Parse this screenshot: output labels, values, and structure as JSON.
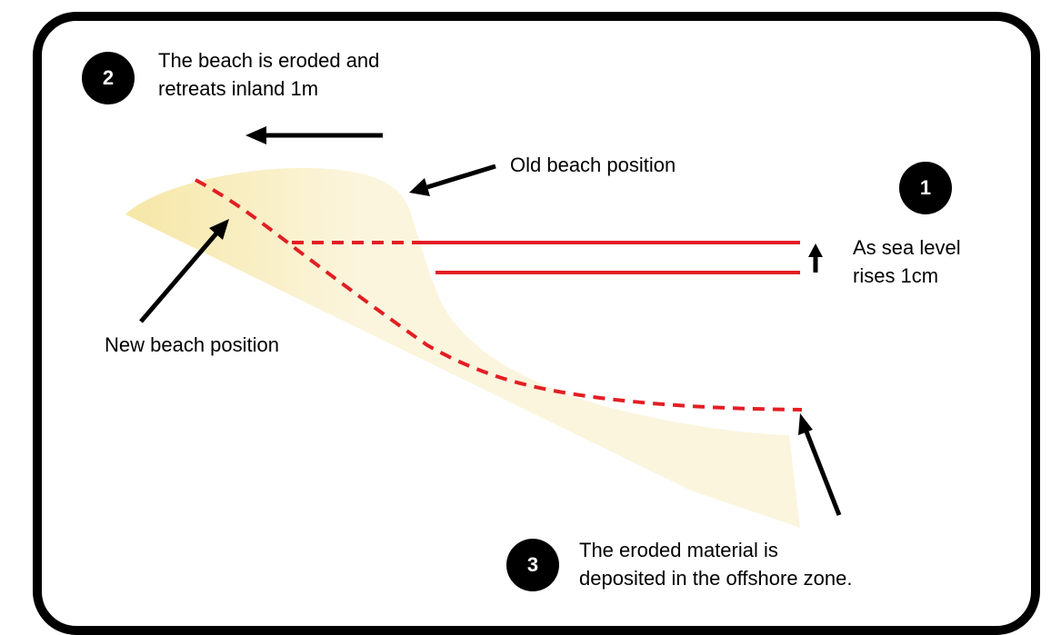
{
  "colors": {
    "frame": "#000000",
    "sand_light": "#fbf5de",
    "sand_dark": "#f6e7a6",
    "water_line": "#e31e24",
    "arrow": "#000000",
    "badge_bg": "#000000",
    "badge_text": "#ffffff"
  },
  "steps": [
    {
      "number": "1",
      "text": "As sea level\nrises 1cm"
    },
    {
      "number": "2",
      "text": "The beach is eroded and\nretreats inland 1m"
    },
    {
      "number": "3",
      "text": "The eroded material is\ndeposited in the offshore zone."
    }
  ],
  "labels": {
    "old_beach": "Old beach position",
    "new_beach": "New beach position"
  },
  "icons": {
    "arrow": "arrow-icon",
    "badge": "number-badge-icon"
  }
}
